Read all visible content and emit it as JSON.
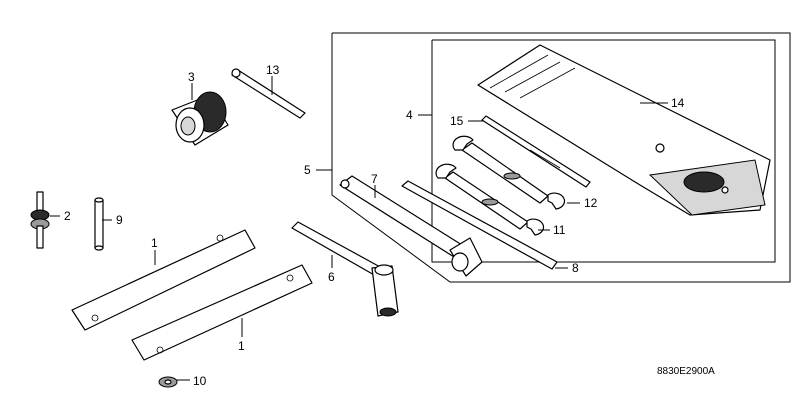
{
  "diagram": {
    "drawing_code": "8830E2900A",
    "callouts": [
      {
        "id": "c1a",
        "text": "1"
      },
      {
        "id": "c1b",
        "text": "1"
      },
      {
        "id": "c2",
        "text": "2"
      },
      {
        "id": "c3",
        "text": "3"
      },
      {
        "id": "c4",
        "text": "4"
      },
      {
        "id": "c5",
        "text": "5"
      },
      {
        "id": "c6",
        "text": "6"
      },
      {
        "id": "c7",
        "text": "7"
      },
      {
        "id": "c8",
        "text": "8"
      },
      {
        "id": "c9",
        "text": "9"
      },
      {
        "id": "c10",
        "text": "10"
      },
      {
        "id": "c11",
        "text": "11"
      },
      {
        "id": "c12",
        "text": "12"
      },
      {
        "id": "c13",
        "text": "13"
      },
      {
        "id": "c14",
        "text": "14"
      },
      {
        "id": "c15",
        "text": "15"
      }
    ]
  }
}
